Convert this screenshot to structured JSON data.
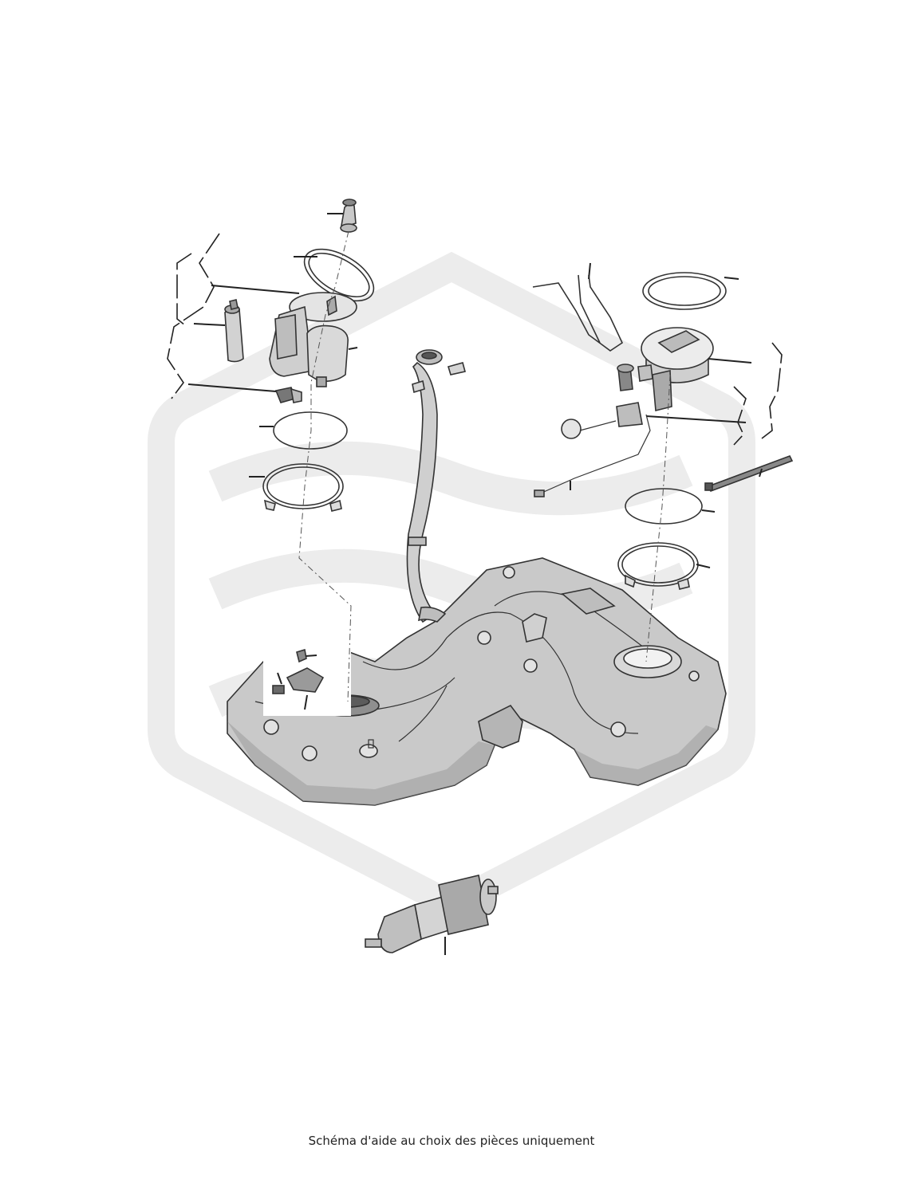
{
  "caption": "Schéma d'aide au choix des pièces uniquement",
  "colors": {
    "watermark": "#ececec",
    "tank_body": "#c9c9c9",
    "tank_shadow": "#9a9a9a",
    "line": "#222222"
  },
  "parts": [
    "pressure-valve",
    "lock-ring-left",
    "fuel-pump-module",
    "fuel-filter",
    "pump-connector",
    "seal-ring-left",
    "retaining-ring-left",
    "filler-neck",
    "vent-pipe",
    "lock-ring-right",
    "fuel-sender-unit",
    "float-arm-sensor",
    "wire-harness",
    "cable-tie",
    "seal-ring-right",
    "retaining-ring-right",
    "fuel-tank",
    "control-unit-bracket",
    "inline-fuel-filter"
  ]
}
